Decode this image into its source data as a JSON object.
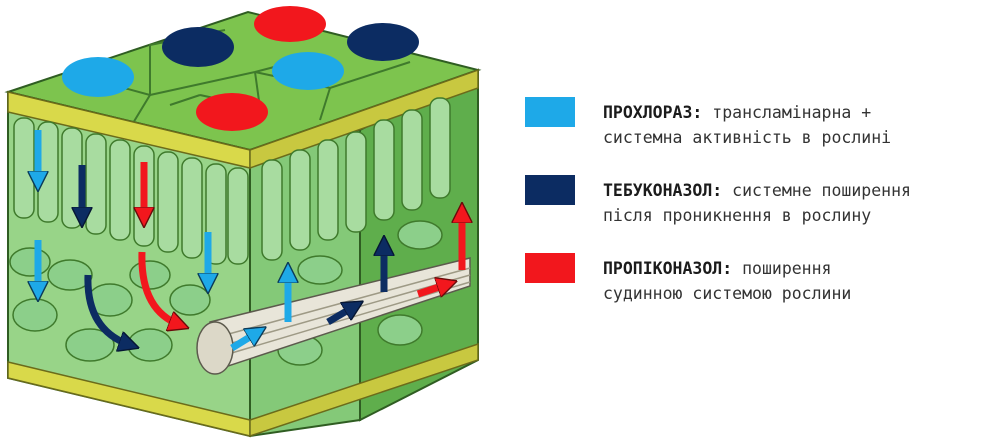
{
  "colors": {
    "light_blue": "#1ea9e8",
    "dark_blue": "#0c2c62",
    "red": "#f2171d",
    "leaf_green": "#7dc44e",
    "cell_green": "#8ccf8a",
    "epidermis_yellow": "#d9d94a"
  },
  "legend": [
    {
      "swatch_color": "#1ea9e8",
      "name": "ПРОХЛОРАЗ:",
      "line1": "трансламінарна +",
      "line2": "системна активність в рослині"
    },
    {
      "swatch_color": "#0c2c62",
      "name": "ТЕБУКОНАЗОЛ:",
      "line1": "системне поширення",
      "line2": "після проникнення в рослину"
    },
    {
      "swatch_color": "#f2171d",
      "name": "ПРОПІКОНАЗОЛ:",
      "line1": "поширення",
      "line2": "судинною системою рослини"
    }
  ]
}
